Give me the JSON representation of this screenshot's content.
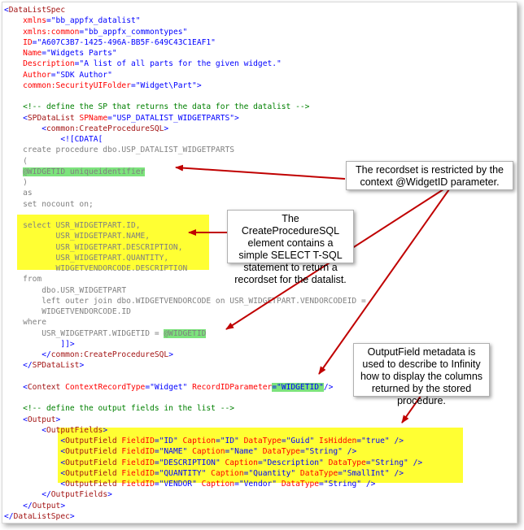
{
  "code": {
    "lines": [
      [
        {
          "t": "<",
          "c": "p"
        },
        {
          "t": "DataListSpec",
          "c": "t"
        }
      ],
      [
        {
          "t": "    "
        },
        {
          "t": "xmlns",
          "c": "a"
        },
        {
          "t": "=\"bb_appfx_datalist\"",
          "c": "v"
        }
      ],
      [
        {
          "t": "    "
        },
        {
          "t": "xmlns:common",
          "c": "a"
        },
        {
          "t": "=\"bb_appfx_commontypes\"",
          "c": "v"
        }
      ],
      [
        {
          "t": "    "
        },
        {
          "t": "ID",
          "c": "a"
        },
        {
          "t": "=\"A607C3B7-1425-496A-BB5F-649C43C1EAF1\"",
          "c": "v"
        }
      ],
      [
        {
          "t": "    "
        },
        {
          "t": "Name",
          "c": "a"
        },
        {
          "t": "=\"Widgets Parts\"",
          "c": "v"
        }
      ],
      [
        {
          "t": "    "
        },
        {
          "t": "Description",
          "c": "a"
        },
        {
          "t": "=\"A list of all parts for the given widget.\"",
          "c": "v"
        }
      ],
      [
        {
          "t": "    "
        },
        {
          "t": "Author",
          "c": "a"
        },
        {
          "t": "=\"SDK Author\"",
          "c": "v"
        }
      ],
      [
        {
          "t": "    "
        },
        {
          "t": "common:SecurityUIFolder",
          "c": "a"
        },
        {
          "t": "=\"Widget\\Part\"",
          "c": "v"
        },
        {
          "t": ">",
          "c": "p"
        }
      ],
      [],
      [
        {
          "t": "    "
        },
        {
          "t": "<!-- define the SP that returns the data for the datalist -->",
          "c": "c"
        }
      ],
      [
        {
          "t": "    "
        },
        {
          "t": "<",
          "c": "p"
        },
        {
          "t": "SPDataList",
          "c": "t"
        },
        {
          "t": " "
        },
        {
          "t": "SPName",
          "c": "a"
        },
        {
          "t": "=\"USP_DATALIST_WIDGETPARTS\"",
          "c": "v"
        },
        {
          "t": ">",
          "c": "p"
        }
      ],
      [
        {
          "t": "        "
        },
        {
          "t": "<",
          "c": "p"
        },
        {
          "t": "common:CreateProcedureSQL",
          "c": "t"
        },
        {
          "t": ">",
          "c": "p"
        }
      ],
      [
        {
          "t": "            "
        },
        {
          "t": "<![CDATA[",
          "c": "p"
        }
      ],
      [
        {
          "t": "    create procedure dbo.USP_DATALIST_WIDGETPARTS",
          "c": "s"
        }
      ],
      [
        {
          "t": "    (",
          "c": "s"
        }
      ],
      [
        {
          "t": "    "
        },
        {
          "t": "@WIDGETID uniqueidentifier",
          "c": "s",
          "h": "g"
        }
      ],
      [
        {
          "t": "    )",
          "c": "s"
        }
      ],
      [
        {
          "t": "    as",
          "c": "s"
        }
      ],
      [
        {
          "t": "    set nocount on;",
          "c": "s"
        }
      ],
      [],
      [
        {
          "t": "    "
        },
        {
          "t": "select USR_WIDGETPART.ID,",
          "c": "s"
        }
      ],
      [
        {
          "t": "           USR_WIDGETPART.NAME,",
          "c": "s"
        }
      ],
      [
        {
          "t": "           USR_WIDGETPART.DESCRIPTION,",
          "c": "s"
        }
      ],
      [
        {
          "t": "           USR_WIDGETPART.QUANTITY,",
          "c": "s"
        }
      ],
      [
        {
          "t": "           WIDGETVENDORCODE.DESCRIPTION",
          "c": "s"
        }
      ],
      [
        {
          "t": "    from",
          "c": "s"
        }
      ],
      [
        {
          "t": "        dbo.USR_WIDGETPART",
          "c": "s"
        }
      ],
      [
        {
          "t": "        left outer join dbo.WIDGETVENDORCODE on USR_WIDGETPART.VENDORCODEID =",
          "c": "s"
        }
      ],
      [
        {
          "t": "        WIDGETVENDORCODE.ID",
          "c": "s"
        }
      ],
      [
        {
          "t": "    where",
          "c": "s"
        }
      ],
      [
        {
          "t": "        USR_WIDGETPART.WIDGETID = ",
          "c": "s"
        },
        {
          "t": "@WIDGETID",
          "c": "s",
          "h": "g"
        }
      ],
      [
        {
          "t": "            "
        },
        {
          "t": "]]>",
          "c": "p"
        }
      ],
      [
        {
          "t": "        "
        },
        {
          "t": "</",
          "c": "p"
        },
        {
          "t": "common:CreateProcedureSQL",
          "c": "t"
        },
        {
          "t": ">",
          "c": "p"
        }
      ],
      [
        {
          "t": "    "
        },
        {
          "t": "</",
          "c": "p"
        },
        {
          "t": "SPDataList",
          "c": "t"
        },
        {
          "t": ">",
          "c": "p"
        }
      ],
      [],
      [
        {
          "t": "    "
        },
        {
          "t": "<",
          "c": "p"
        },
        {
          "t": "Context",
          "c": "t"
        },
        {
          "t": " "
        },
        {
          "t": "ContextRecordType",
          "c": "a"
        },
        {
          "t": "=\"Widget\" ",
          "c": "v"
        },
        {
          "t": "RecordIDParameter",
          "c": "a"
        },
        {
          "t": "=\"WIDGETID\"",
          "c": "v",
          "h": "g"
        },
        {
          "t": "/>",
          "c": "p"
        }
      ],
      [],
      [
        {
          "t": "    "
        },
        {
          "t": "<!-- define the output fields in the list -->",
          "c": "c"
        }
      ],
      [
        {
          "t": "    "
        },
        {
          "t": "<",
          "c": "p"
        },
        {
          "t": "Output",
          "c": "t"
        },
        {
          "t": ">",
          "c": "p"
        }
      ],
      [
        {
          "t": "        "
        },
        {
          "t": "<",
          "c": "p"
        },
        {
          "t": "OutputFields",
          "c": "t"
        },
        {
          "t": ">",
          "c": "p"
        }
      ],
      [
        {
          "t": "            "
        },
        {
          "t": "<",
          "c": "p"
        },
        {
          "t": "OutputField",
          "c": "t"
        },
        {
          "t": " "
        },
        {
          "t": "FieldID",
          "c": "a"
        },
        {
          "t": "=\"ID\" ",
          "c": "v"
        },
        {
          "t": "Caption",
          "c": "a"
        },
        {
          "t": "=\"ID\" ",
          "c": "v"
        },
        {
          "t": "DataType",
          "c": "a"
        },
        {
          "t": "=\"Guid\" ",
          "c": "v"
        },
        {
          "t": "IsHidden",
          "c": "a"
        },
        {
          "t": "=\"true\" ",
          "c": "v"
        },
        {
          "t": "/>",
          "c": "p"
        }
      ],
      [
        {
          "t": "            "
        },
        {
          "t": "<",
          "c": "p"
        },
        {
          "t": "OutputField",
          "c": "t"
        },
        {
          "t": " "
        },
        {
          "t": "FieldID",
          "c": "a"
        },
        {
          "t": "=\"NAME\" ",
          "c": "v"
        },
        {
          "t": "Caption",
          "c": "a"
        },
        {
          "t": "=\"Name\" ",
          "c": "v"
        },
        {
          "t": "DataType",
          "c": "a"
        },
        {
          "t": "=\"String\" ",
          "c": "v"
        },
        {
          "t": "/>",
          "c": "p"
        }
      ],
      [
        {
          "t": "            "
        },
        {
          "t": "<",
          "c": "p"
        },
        {
          "t": "OutputField",
          "c": "t"
        },
        {
          "t": " "
        },
        {
          "t": "FieldID",
          "c": "a"
        },
        {
          "t": "=\"DESCRIPTION\" ",
          "c": "v"
        },
        {
          "t": "Caption",
          "c": "a"
        },
        {
          "t": "=\"Description\" ",
          "c": "v"
        },
        {
          "t": "DataType",
          "c": "a"
        },
        {
          "t": "=\"String\" ",
          "c": "v"
        },
        {
          "t": "/>",
          "c": "p"
        }
      ],
      [
        {
          "t": "            "
        },
        {
          "t": "<",
          "c": "p"
        },
        {
          "t": "OutputField",
          "c": "t"
        },
        {
          "t": " "
        },
        {
          "t": "FieldID",
          "c": "a"
        },
        {
          "t": "=\"QUANTITY\" ",
          "c": "v"
        },
        {
          "t": "Caption",
          "c": "a"
        },
        {
          "t": "=\"Quantity\" ",
          "c": "v"
        },
        {
          "t": "DataType",
          "c": "a"
        },
        {
          "t": "=\"SmallInt\" ",
          "c": "v"
        },
        {
          "t": "/>",
          "c": "p"
        }
      ],
      [
        {
          "t": "            "
        },
        {
          "t": "<",
          "c": "p"
        },
        {
          "t": "OutputField",
          "c": "t"
        },
        {
          "t": " "
        },
        {
          "t": "FieldID",
          "c": "a"
        },
        {
          "t": "=\"VENDOR\" ",
          "c": "v"
        },
        {
          "t": "Caption",
          "c": "a"
        },
        {
          "t": "=\"Vendor\" ",
          "c": "v"
        },
        {
          "t": "DataType",
          "c": "a"
        },
        {
          "t": "=\"String\" ",
          "c": "v"
        },
        {
          "t": "/>",
          "c": "p"
        }
      ],
      [
        {
          "t": "        "
        },
        {
          "t": "</",
          "c": "p"
        },
        {
          "t": "OutputFields",
          "c": "t"
        },
        {
          "t": ">",
          "c": "p"
        }
      ],
      [
        {
          "t": "    "
        },
        {
          "t": "</",
          "c": "p"
        },
        {
          "t": "Output",
          "c": "t"
        },
        {
          "t": ">",
          "c": "p"
        }
      ],
      [
        {
          "t": "</",
          "c": "p"
        },
        {
          "t": "DataListSpec",
          "c": "t"
        },
        {
          "t": ">",
          "c": "p"
        }
      ]
    ]
  },
  "callouts": {
    "recordset": "The recordset is restricted by the context @WidgetID parameter.",
    "createprocedure": "The CreateProcedureSQL element contains a simple SELECT T-SQL statement to return a recordset for the datalist.",
    "outputfield": "OutputField metadata is used to describe to Infinity how to display the columns returned by the stored procedure."
  },
  "colors": {
    "highlight_green": "#7ce37c",
    "highlight_yellow": "#ffff33",
    "arrow_red": "#c00000",
    "tag": "#a31515",
    "attribute": "#ff0000",
    "value": "#0000ff",
    "comment": "#008000",
    "sql": "#808080"
  }
}
